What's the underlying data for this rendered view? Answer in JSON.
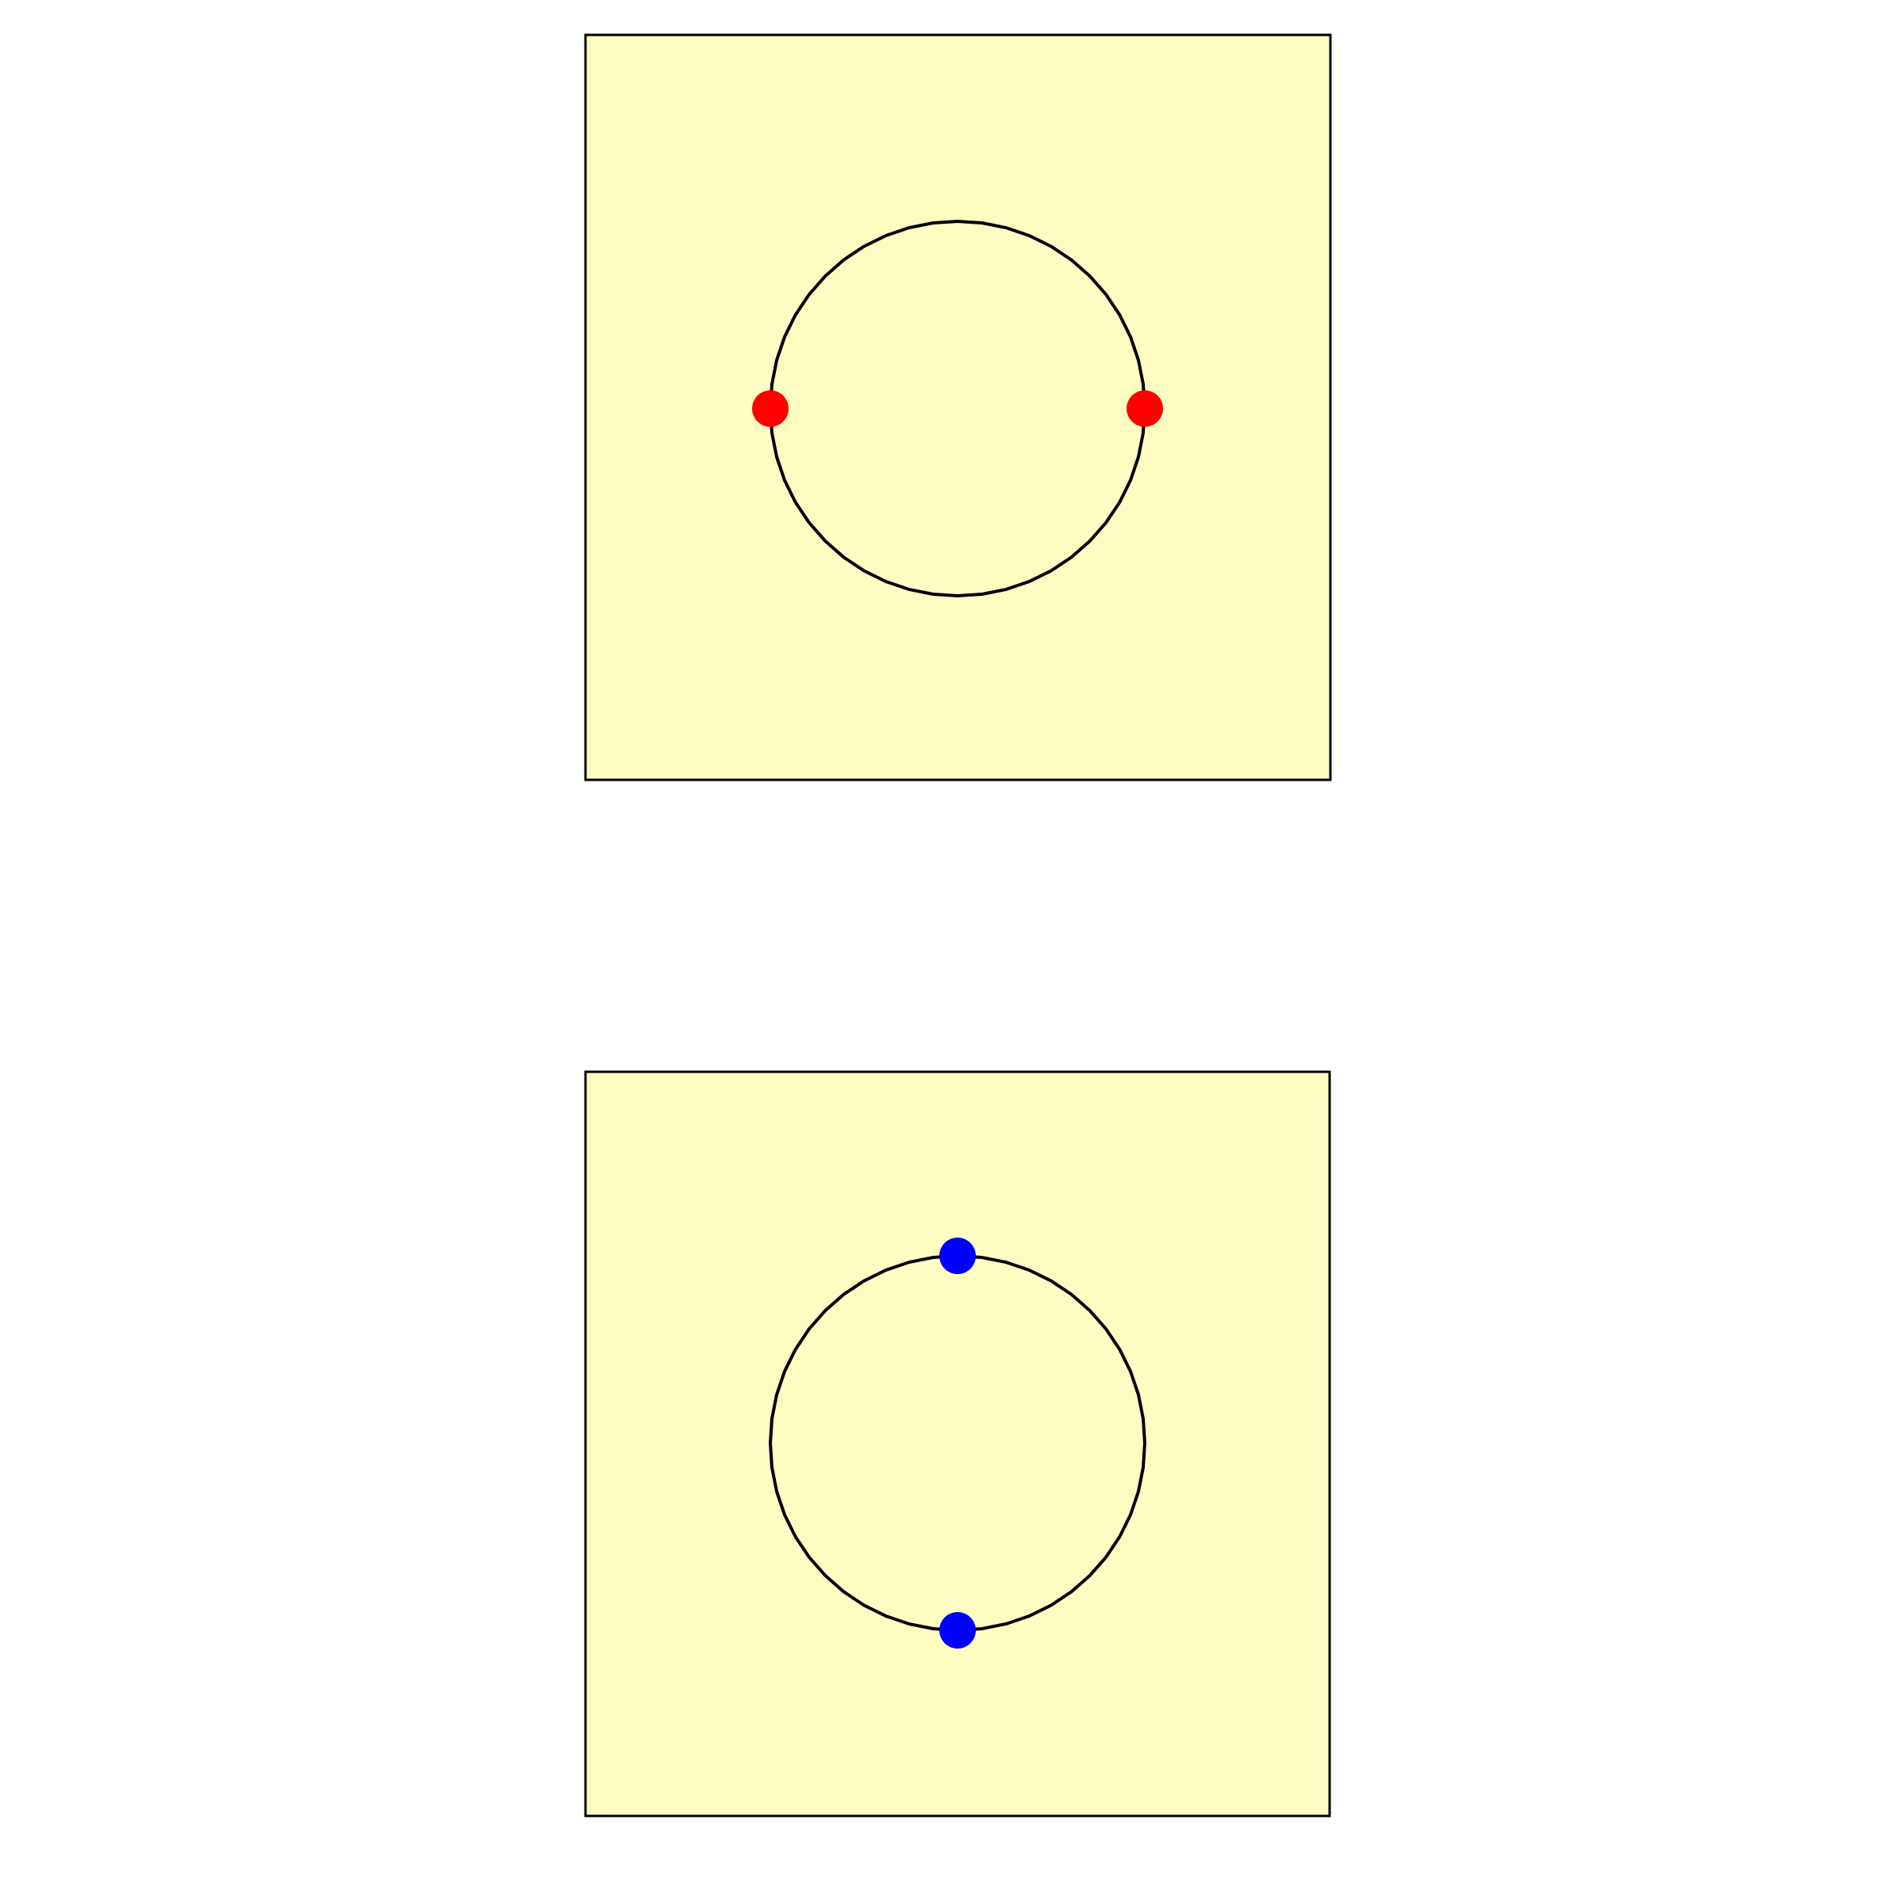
{
  "colors": {
    "background": "#ffffff",
    "panel_fill": "#fdfdc2",
    "outline": "#000000"
  },
  "panels": [
    {
      "id": "top",
      "circle_polygon_sides": 48,
      "points": [
        {
          "position": "left",
          "color": "#ff0000"
        },
        {
          "position": "right",
          "color": "#ff0000"
        }
      ]
    },
    {
      "id": "bottom",
      "circle_polygon_sides": 48,
      "points": [
        {
          "position": "top",
          "color": "#0000ff"
        },
        {
          "position": "bottom",
          "color": "#0000ff"
        }
      ]
    }
  ]
}
